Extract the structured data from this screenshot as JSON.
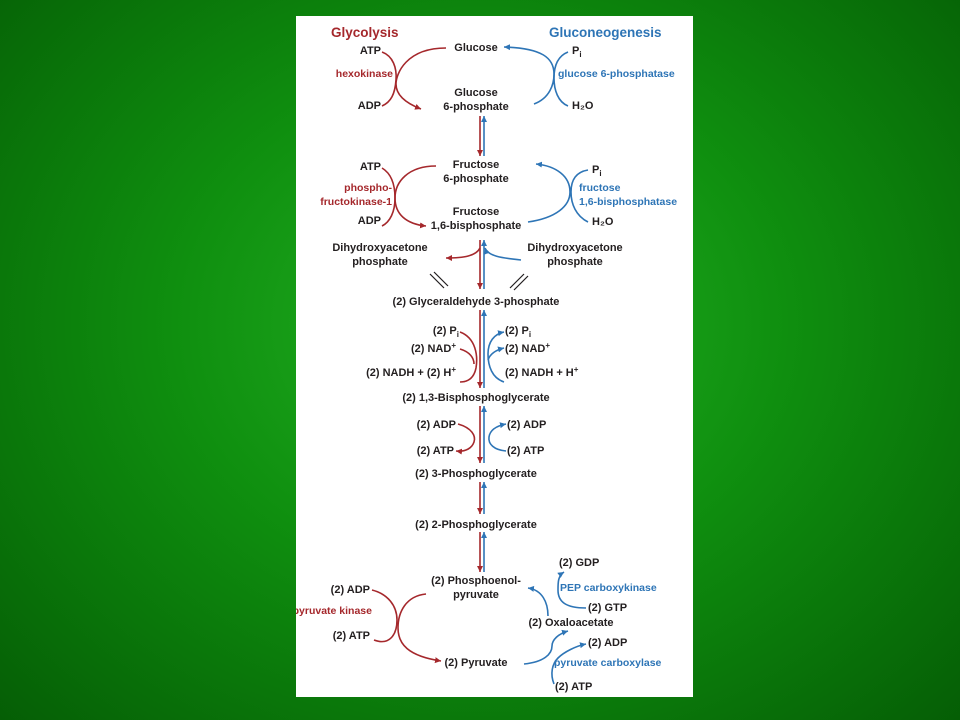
{
  "colors": {
    "glycolysis": "#a5282c",
    "gluconeogenesis": "#2e75b6",
    "background": "#0f8f0f",
    "panel": "#ffffff"
  },
  "headings": {
    "glycolysis": "Glycolysis",
    "gluconeogenesis": "Gluconeogenesis"
  },
  "metabolites": {
    "glucose": "Glucose",
    "g6p_1": "Glucose",
    "g6p_2": "6-phosphate",
    "f6p_1": "Fructose",
    "f6p_2": "6-phosphate",
    "fbp_1": "Fructose",
    "fbp_2": "1,6-bisphosphate",
    "dhap_l1": "Dihydroxyacetone",
    "dhap_l2": "phosphate",
    "dhap_r1": "Dihydroxyacetone",
    "dhap_r2": "phosphate",
    "gap": "(2) Glyceraldehyde 3-phosphate",
    "bpg": "(2) 1,3-Bisphosphoglycerate",
    "pg3": "(2) 3-Phosphoglycerate",
    "pg2": "(2) 2-Phosphoglycerate",
    "pep_1": "(2) Phosphoenol-",
    "pep_2": "pyruvate",
    "oaa": "(2) Oxaloacetate",
    "pyr": "(2) Pyruvate"
  },
  "glycolysis_side": {
    "hk_atp": "ATP",
    "hk_adp": "ADP",
    "hexokinase": "hexokinase",
    "pfk_atp": "ATP",
    "pfk_adp": "ADP",
    "pfk_1": "phospho-",
    "pfk_2": "fructokinase-1",
    "gapdh_pi": "(2) P",
    "gapdh_nad": "(2) NAD",
    "gapdh_nadh": "(2) NADH + (2) H",
    "pgk_adp": "(2) ADP",
    "pgk_atp": "(2) ATP",
    "pk_adp": "(2) ADP",
    "pk_atp": "(2) ATP",
    "pyruvate_kinase": "pyruvate kinase"
  },
  "gluconeogenesis_side": {
    "g6pase_pi": "P",
    "g6pase_h2o": "H₂O",
    "glucose_6_phosphatase": "glucose 6-phosphatase",
    "fbpase_pi": "P",
    "fbpase_h2o": "H₂O",
    "fbpase_1": "fructose",
    "fbpase_2": "1,6-bisphosphatase",
    "gapdh_pi": "(2) P",
    "gapdh_nad": "(2) NAD",
    "gapdh_nadh": "(2) NADH + H",
    "pgk_adp": "(2) ADP",
    "pgk_atp": "(2) ATP",
    "pepck_gdp": "(2) GDP",
    "pep_carboxykinase": "PEP carboxykinase",
    "pepck_gtp": "(2) GTP",
    "pc_adp": "(2) ADP",
    "pyruvate_carboxylase": "pyruvate carboxylase",
    "pc_atp": "(2) ATP"
  },
  "symbols": {
    "sub_i": "i",
    "sup_plus": "+"
  }
}
